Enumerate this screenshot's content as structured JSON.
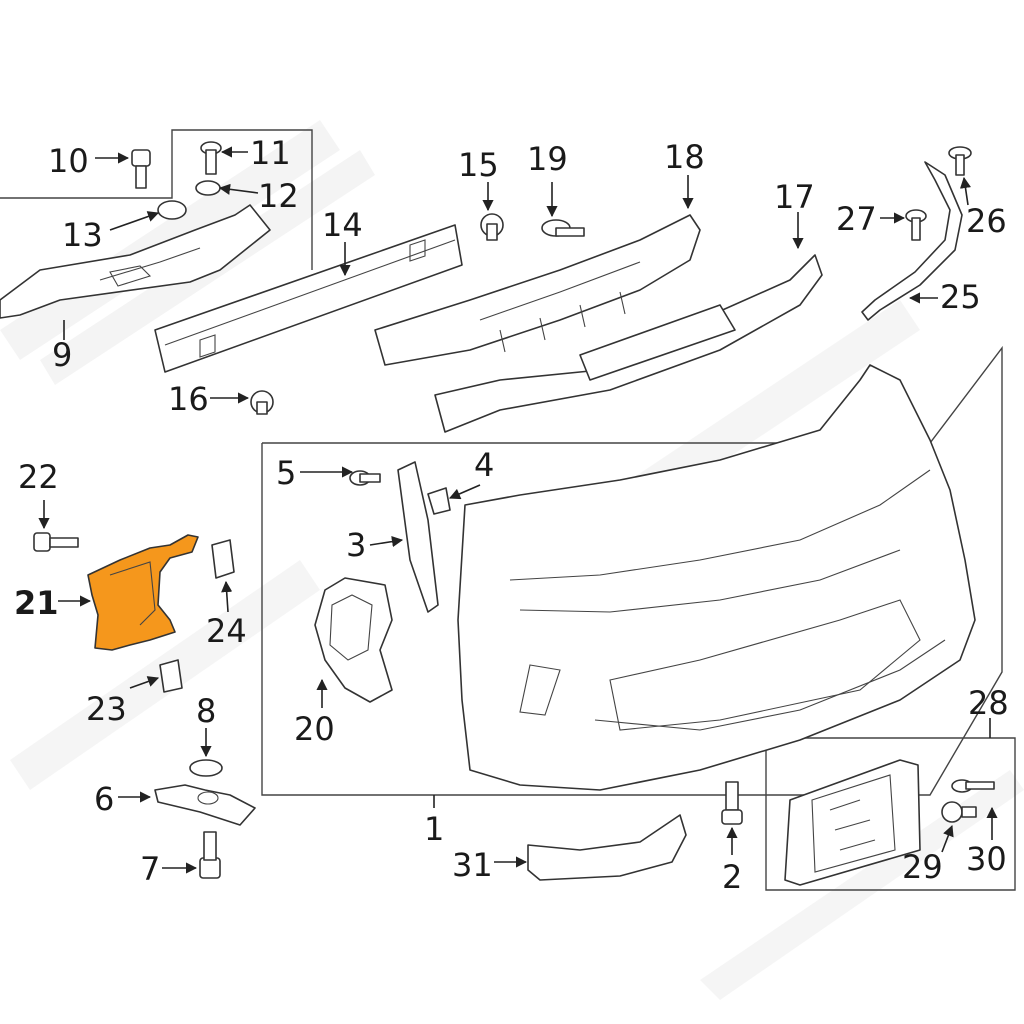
{
  "colors": {
    "highlight": "#f5971c",
    "line": "#333333",
    "watermark": "#e9e9e9"
  },
  "callouts": {
    "c1": "1",
    "c2": "2",
    "c3": "3",
    "c4": "4",
    "c5": "5",
    "c6": "6",
    "c7": "7",
    "c8": "8",
    "c9": "9",
    "c10": "10",
    "c11": "11",
    "c12": "12",
    "c13": "13",
    "c14": "14",
    "c15": "15",
    "c16": "16",
    "c17": "17",
    "c18": "18",
    "c19": "19",
    "c20": "20",
    "c21": "21",
    "c22": "22",
    "c23": "23",
    "c24": "24",
    "c25": "25",
    "c26": "26",
    "c27": "27",
    "c28": "28",
    "c29": "29",
    "c30": "30",
    "c31": "31"
  },
  "highlighted_part": "21"
}
